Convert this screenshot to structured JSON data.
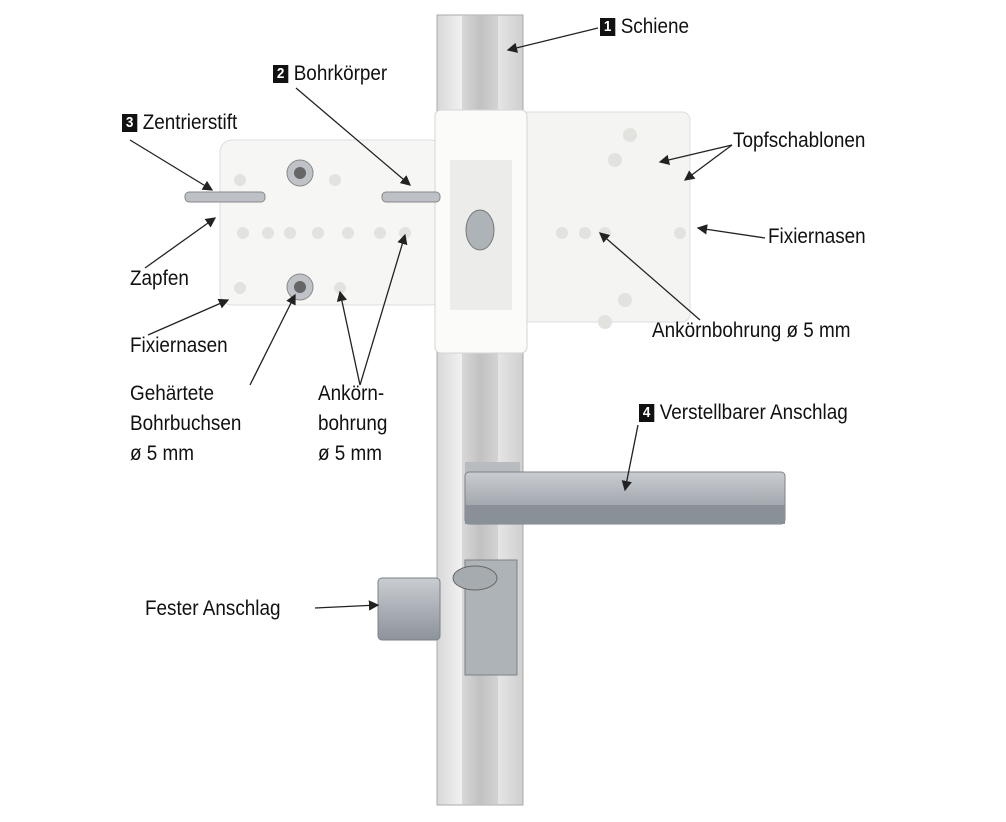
{
  "labels": {
    "schiene": {
      "num": "1",
      "text": "Schiene"
    },
    "bohrkoerper": {
      "num": "2",
      "text": "Bohrkörper"
    },
    "zentrierstift": {
      "num": "3",
      "text": "Zentrierstift"
    },
    "anschlag": {
      "num": "4",
      "text": "Verstellbarer Anschlag"
    },
    "topfschablonen": "Topfschablonen",
    "fixiernasen_right": "Fixiernasen",
    "fixiernasen_left": "Fixiernasen",
    "zapfen": "Zapfen",
    "ankoernbohrung_right": "Ankörnbohrung ø 5 mm",
    "bohrbuchsen": [
      "Gehärtete",
      "Bohrbuchsen",
      "ø 5 mm"
    ],
    "ankoernbohrung_left": [
      "Ankörn-",
      "bohrung",
      "ø 5 mm"
    ],
    "fester_anschlag": "Fester Anschlag"
  }
}
